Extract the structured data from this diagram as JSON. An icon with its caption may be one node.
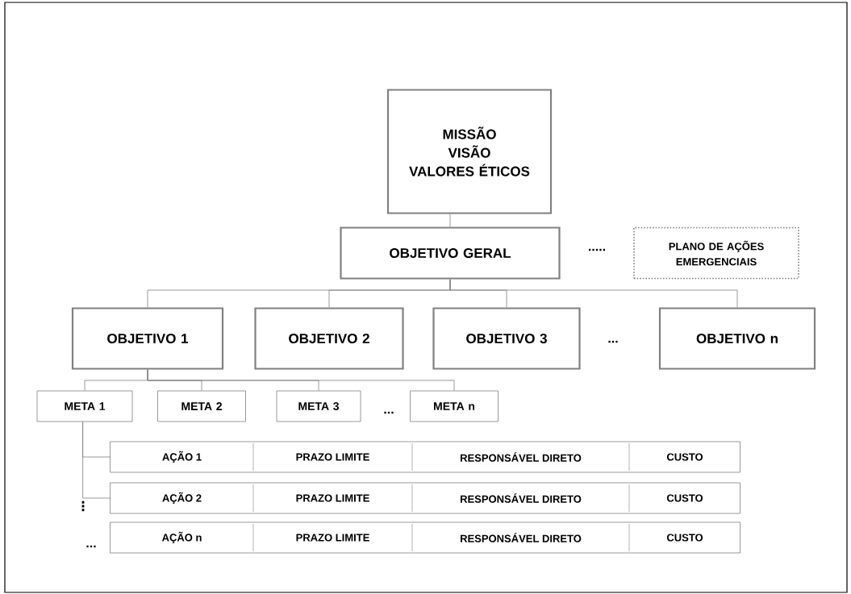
{
  "diagram": {
    "nodes": [
      {
        "text": [
          "MISSÃO",
          "VISÃO",
          "VALORES ÉTICOS"
        ]
      },
      {
        "text": [
          "OBJETIVO GERAL"
        ]
      },
      {
        "text": [
          "PLANO DE AÇÕES EMERGENCIAIS"
        ]
      },
      {
        "text": [
          "OBJETIVO 1"
        ]
      },
      {
        "text": [
          "OBJETIVO 2"
        ]
      },
      {
        "text": [
          "OBJETIVO 3"
        ]
      },
      {
        "text": [
          "OBJETIVO n"
        ]
      },
      {
        "text": [
          "META 1"
        ]
      },
      {
        "text": [
          "META 2"
        ]
      },
      {
        "text": [
          "META 3"
        ]
      },
      {
        "text": [
          "META n"
        ]
      },
      {
        "text": [
          "AÇÃO 1",
          "PRAZO LIMITE",
          "RESPONSÁVEL DIRETO",
          "CUSTO"
        ]
      },
      {
        "text": [
          "AÇÃO 2",
          "PRAZO LIMITE",
          "RESPONSÁVEL DIRETO",
          "CUSTO"
        ]
      },
      {
        "text": [
          "AÇÃO n",
          "PRAZO LIMITE",
          "RESPONSÁVEL DIRETO",
          "CUSTO"
        ]
      }
    ],
    "edges": [
      {
        "from": 0,
        "to": 1,
        "arrow": "none"
      },
      {
        "from": 1,
        "to": 3,
        "arrow": "none"
      },
      {
        "from": 1,
        "to": 4,
        "arrow": "none"
      },
      {
        "from": 1,
        "to": 5,
        "arrow": "none"
      },
      {
        "from": 1,
        "to": 6,
        "arrow": "none"
      },
      {
        "from": 3,
        "to": 7,
        "arrow": "none"
      },
      {
        "from": 3,
        "to": 8,
        "arrow": "none"
      },
      {
        "from": 3,
        "to": 9,
        "arrow": "none"
      },
      {
        "from": 3,
        "to": 10,
        "arrow": "none"
      },
      {
        "from": 7,
        "to": 11,
        "arrow": "none"
      },
      {
        "from": 7,
        "to": 12,
        "arrow": "none"
      }
    ],
    "labels": [
      ".....",
      "...",
      "...",
      "⋮",
      "..."
    ]
  }
}
